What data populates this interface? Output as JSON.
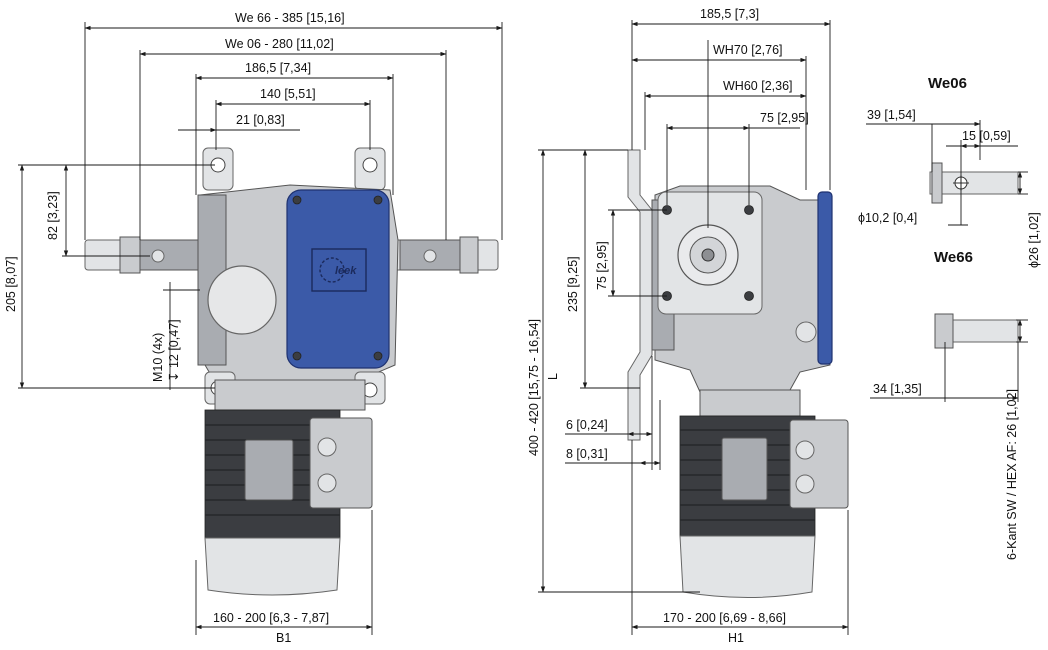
{
  "labels": {
    "we06": "We06",
    "we66": "We66",
    "d_we66_385": "We 66 - 385",
    "d_we66_385_in": "15,16",
    "d_we06_280": "We 06 - 280",
    "d_we06_280_in": "11,02",
    "d_186_5": "186,5",
    "d_186_5_in": "7,34",
    "d_140": "140",
    "d_140_in": "5,51",
    "d_21": "21",
    "d_21_in": "0,83",
    "d_82": "82",
    "d_82_in": "3,23",
    "d_205": "205",
    "d_205_in": "8,07",
    "d_m10": "M10 (4x)",
    "d_depth12": "↧ 12",
    "d_depth12_in": "0,47",
    "d_160_200": "160 - 200",
    "d_160_200_in": "6,3 - 7,87",
    "d_b1": "B1",
    "d_185_5": "185,5",
    "d_185_5_in": "7,3",
    "d_wh70": "WH70",
    "d_wh70_in": "2,76",
    "d_wh60": "WH60",
    "d_wh60_in": "2,36",
    "d_75h": "75",
    "d_75h_in": "2,95",
    "d_75v": "75",
    "d_75v_in": "2,95",
    "d_235": "235",
    "d_235_in": "9,25",
    "d_400_420": "400 - 420",
    "d_400_420_in": "15,75 - 16,54",
    "d_L": "L",
    "d_6": "6",
    "d_6_in": "0,24",
    "d_8": "8",
    "d_8_in": "0,31",
    "d_170_200": "170 - 200",
    "d_170_200_in": "6,69 - 8,66",
    "d_h1": "H1",
    "d_39": "39",
    "d_39_in": "1,54",
    "d_15": "15",
    "d_15_in": "0,59",
    "d_phi10": "ϕ10,2",
    "d_phi10_in": "0,4",
    "d_phi26": "ϕ26",
    "d_phi26_in": "1,02",
    "d_34": "34",
    "d_34_in": "1,35",
    "d_hex": "6-Kant SW / HEX AF: 26",
    "d_hex_in": "1,02",
    "logo_text": "leek"
  },
  "colors": {
    "cover_blue": "#3b5aa8",
    "housing_grey": "#c9cbce",
    "motor_dark": "#3b3d41"
  }
}
